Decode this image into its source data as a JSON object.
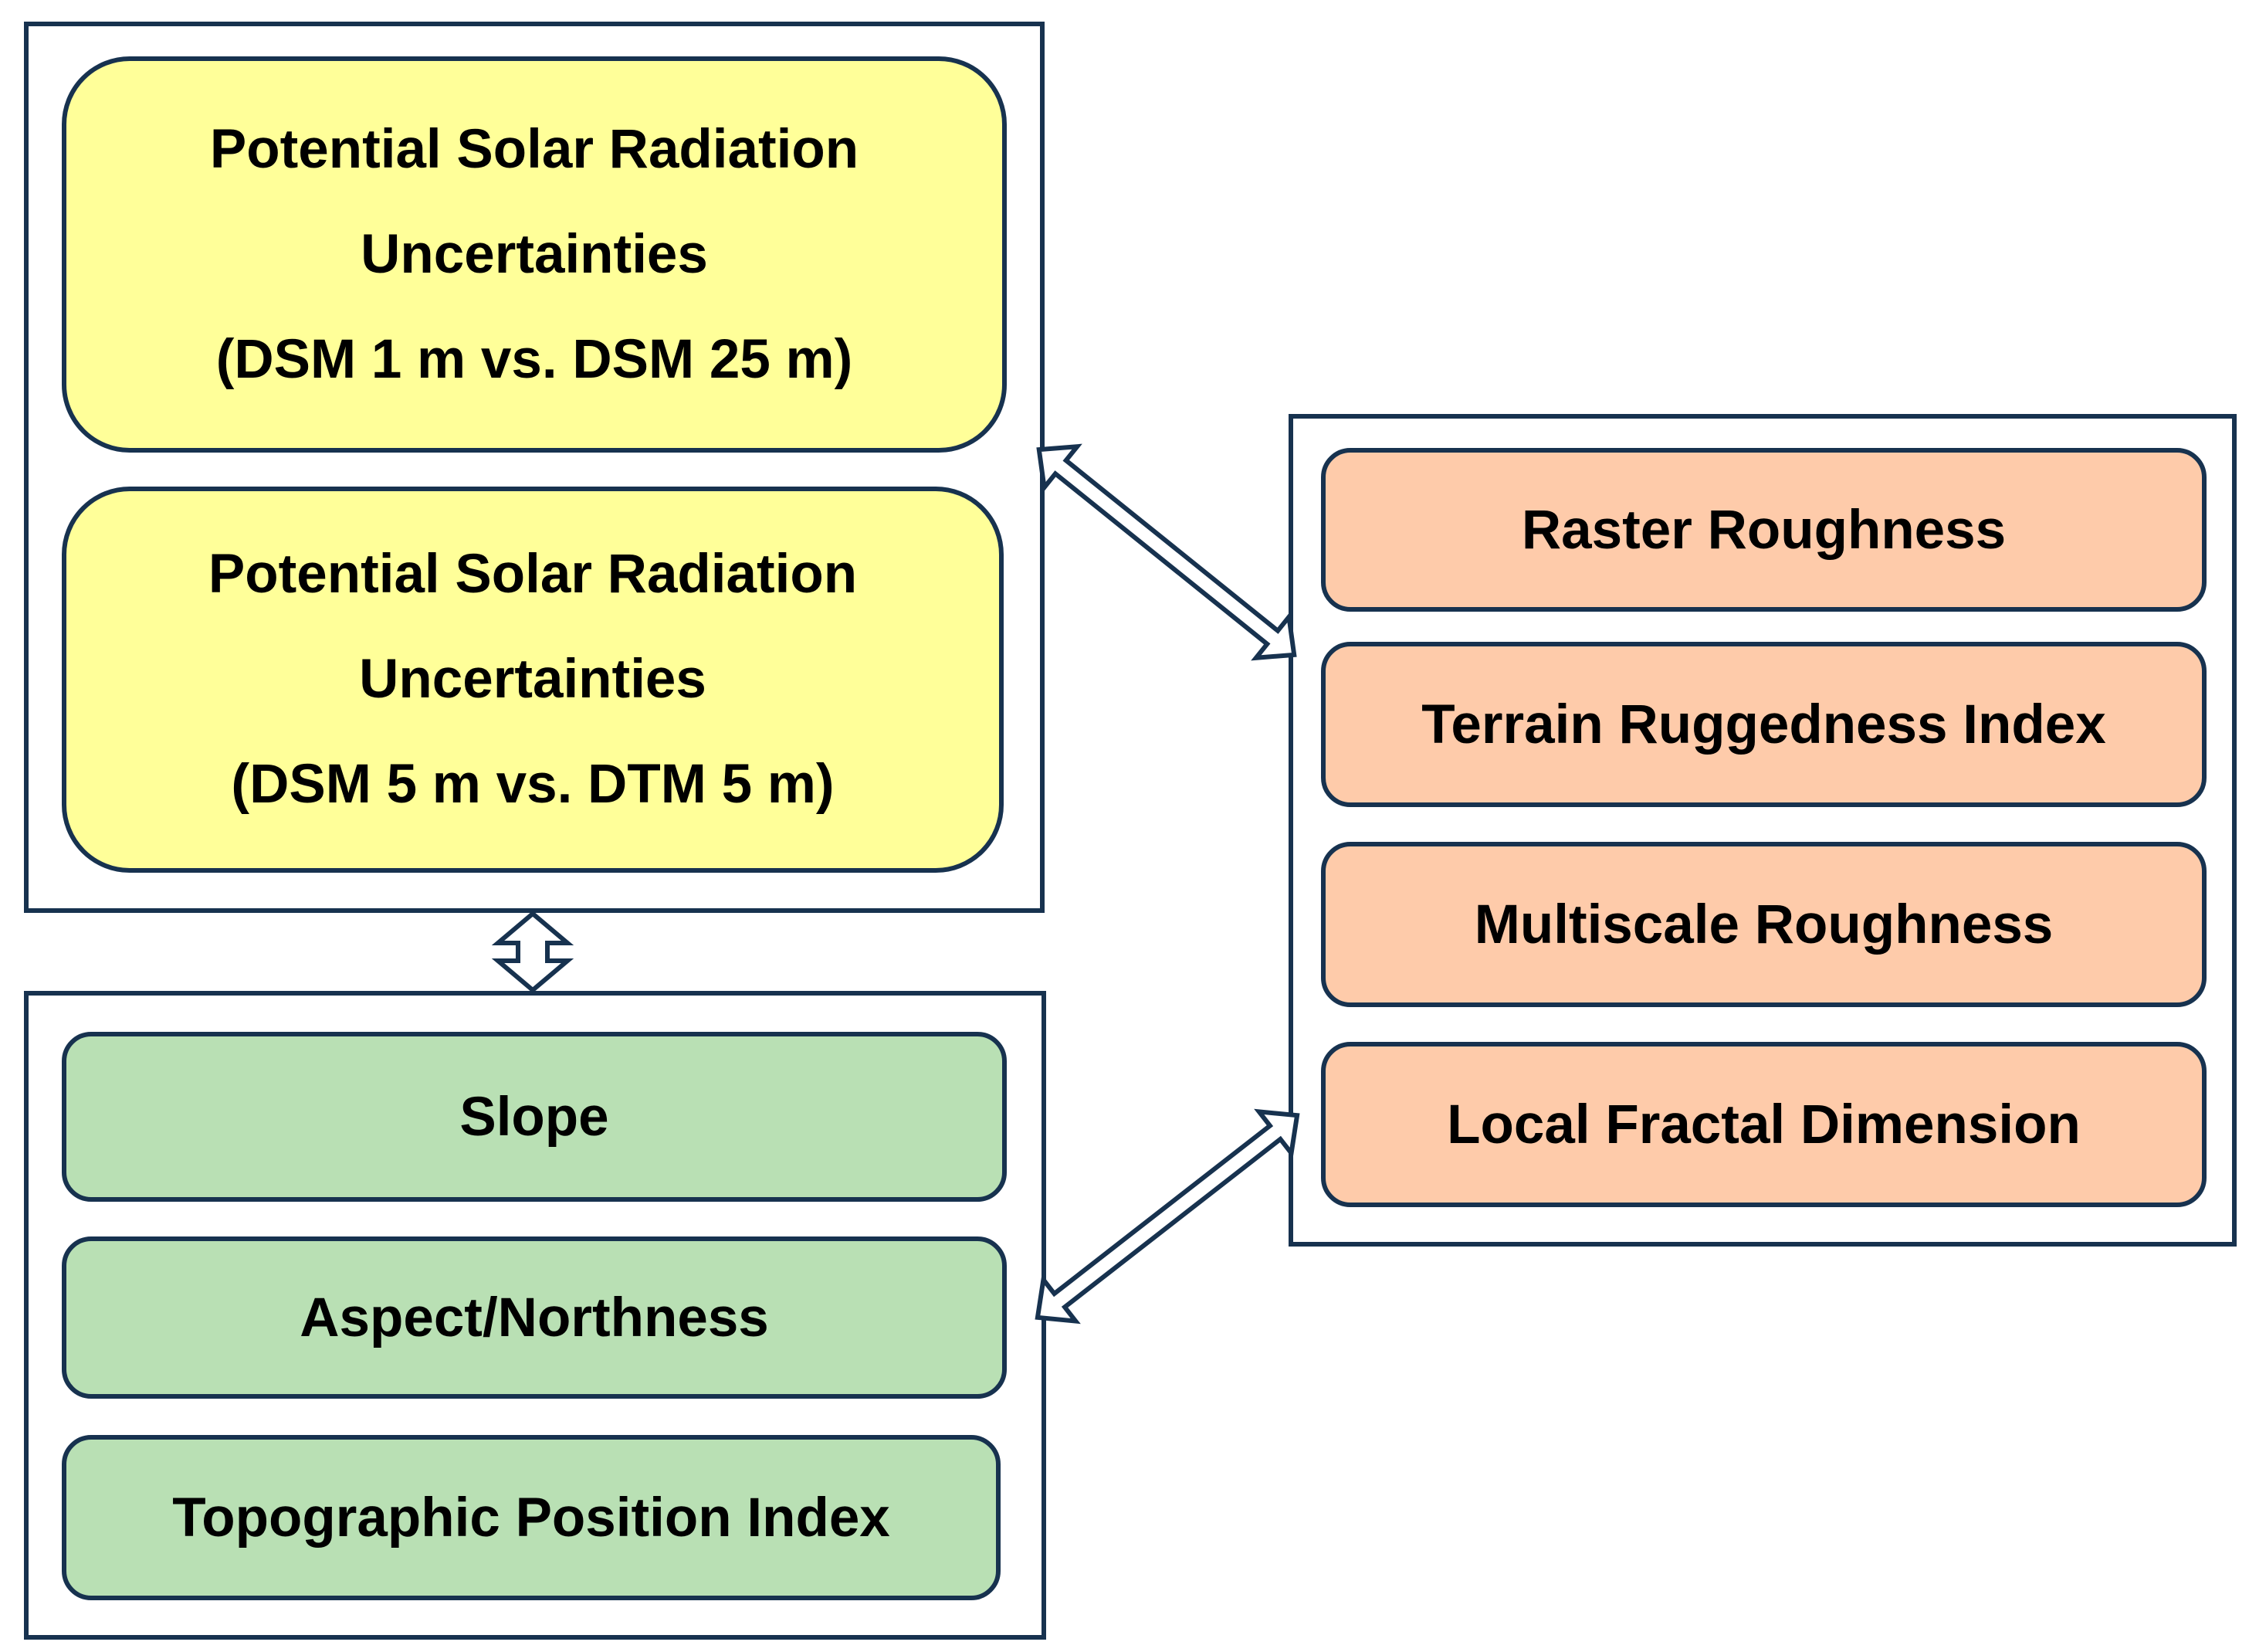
{
  "colors": {
    "border": "#17324f",
    "radiation_fill": "#ffff99",
    "terrain_fill": "#b9e0b4",
    "roughness_fill": "#fecbaa"
  },
  "radiation_group": {
    "items": [
      {
        "line1": "Potential Solar Radiation",
        "line2": "Uncertainties",
        "line3": "(DSM 1 m vs. DSM 25 m)"
      },
      {
        "line1": "Potential Solar Radiation",
        "line2": "Uncertainties",
        "line3": "(DSM 5 m vs. DTM 5 m)"
      }
    ]
  },
  "terrain_group": {
    "items": [
      {
        "label": "Slope"
      },
      {
        "label": "Aspect/Northness"
      },
      {
        "label": "Topographic Position Index"
      }
    ]
  },
  "roughness_group": {
    "items": [
      {
        "label": "Raster Roughness"
      },
      {
        "label": "Terrain Ruggedness Index"
      },
      {
        "label": "Multiscale Roughness"
      },
      {
        "label": "Local Fractal Dimension"
      }
    ]
  },
  "connections": [
    {
      "from": "radiation_group",
      "to": "terrain_group",
      "type": "bidirectional"
    },
    {
      "from": "radiation_group",
      "to": "roughness_group",
      "type": "bidirectional"
    },
    {
      "from": "terrain_group",
      "to": "roughness_group",
      "type": "bidirectional"
    }
  ]
}
